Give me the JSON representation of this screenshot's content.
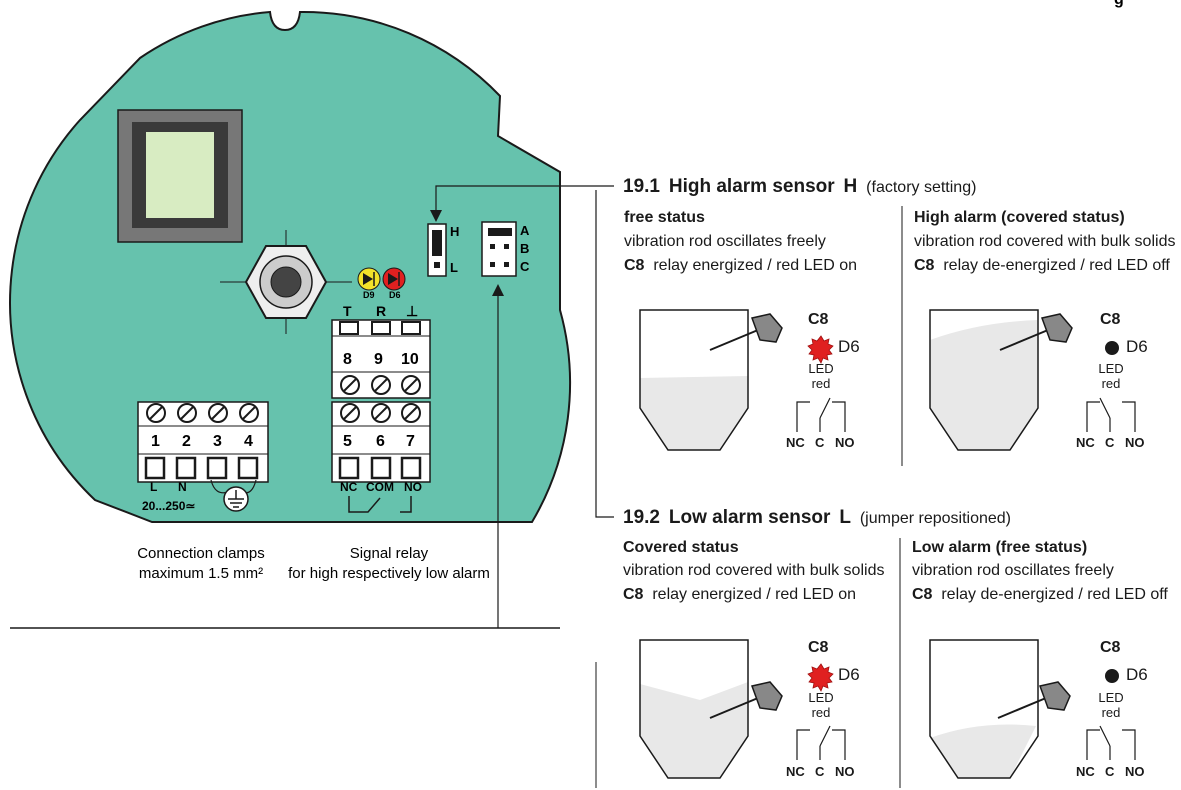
{
  "page_marker": "g",
  "board": {
    "switch_h": "H",
    "switch_l": "L",
    "jumper_a": "A",
    "jumper_b": "B",
    "jumper_c": "C",
    "led_d9": "D9",
    "led_d6": "D6",
    "relay_top": [
      "T",
      "R",
      "⊥"
    ],
    "terminals_upper": [
      "8",
      "9",
      "10"
    ],
    "terminals_lower": [
      "5",
      "6",
      "7"
    ],
    "terminals_power": [
      "1",
      "2",
      "3",
      "4"
    ],
    "power_l": "L",
    "power_n": "N",
    "voltage": "20...250≃",
    "relay_nc": "NC",
    "relay_com": "COM",
    "relay_no": "NO",
    "colors": {
      "board": "#66c2ad",
      "led_yellow": "#f2e22a",
      "led_red": "#e02020"
    }
  },
  "captions": {
    "clamps_line1": "Connection clamps",
    "clamps_line2": "maximum 1.5 mm²",
    "relay_line1": "Signal relay",
    "relay_line2": "for high respectively low alarm"
  },
  "section_high": {
    "number": "19.1",
    "title": "High alarm sensor",
    "letter": "H",
    "note": "(factory setting)",
    "left": {
      "heading": "free status",
      "line1": "vibration rod oscillates freely",
      "line2_bold": "C8",
      "line2": "relay energized / red LED on"
    },
    "right": {
      "heading": "High alarm  (covered status)",
      "line1": "vibration rod covered with bulk solids",
      "line2_bold": "C8",
      "line2": "relay de-energized / red LED off"
    }
  },
  "section_low": {
    "number": "19.2",
    "title": "Low alarm sensor",
    "letter": "L",
    "note": "(jumper repositioned)",
    "left": {
      "heading": "Covered status",
      "line1": "vibration rod covered with bulk solids",
      "line2_bold": "C8",
      "line2": "relay energized / red LED on"
    },
    "right": {
      "heading": "Low alarm  (free status)",
      "line1": "vibration rod oscillates freely",
      "line2_bold": "C8",
      "line2": "relay de-energized / red LED off"
    }
  },
  "panel": {
    "relay_name": "C8",
    "led_name": "D6",
    "led_label1": "LED",
    "led_label2": "red",
    "nc": "NC",
    "c": "C",
    "no": "NO"
  }
}
